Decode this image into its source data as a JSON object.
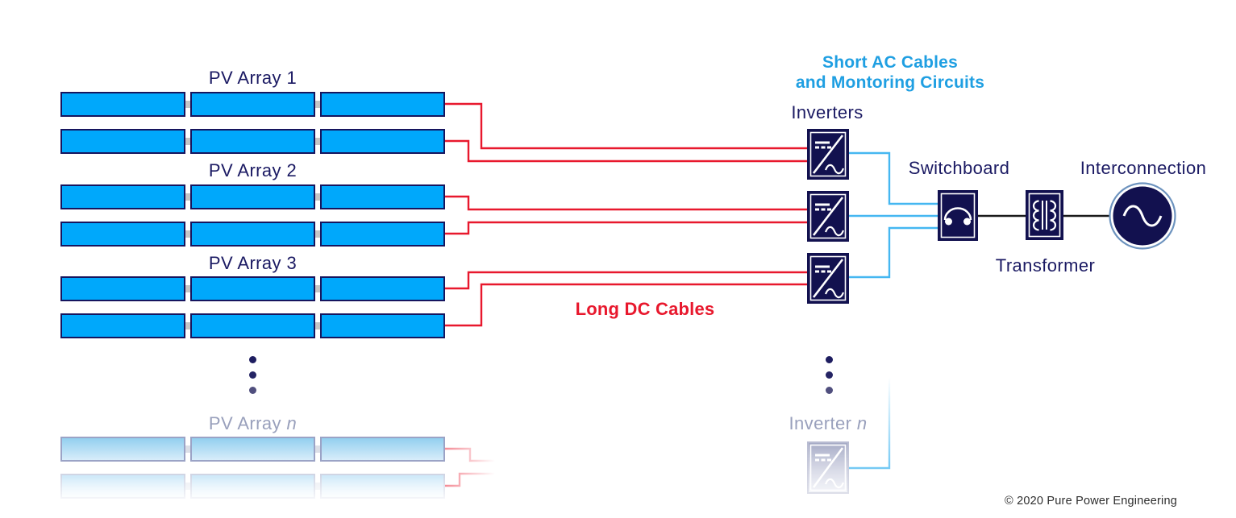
{
  "labels": {
    "pv_array_1": "PV Array 1",
    "pv_array_2": "PV Array 2",
    "pv_array_3": "PV Array 3",
    "pv_array_n_prefix": "PV Array ",
    "pv_array_n_var": "n",
    "inverters_heading": "Inverters",
    "inverter_n_prefix": "Inverter ",
    "inverter_n_var": "n",
    "ac_heading_line1": "Short AC Cables",
    "ac_heading_line2": "and Montoring Circuits",
    "dc_heading": "Long DC Cables",
    "switchboard": "Switchboard",
    "transformer": "Transformer",
    "interconnection": "Interconnection",
    "copyright": "© 2020 Pure Power Engineering"
  },
  "structure": {
    "pv_arrays_visible": 3,
    "strings_per_array": 2,
    "panels_per_string": 3,
    "inverters_visible": 3
  },
  "colors": {
    "pv_panel_blue": "#00a8fb",
    "outline_navy": "#16155e",
    "device_navy": "#12114f",
    "dc_cable_red": "#e8182d",
    "ac_cable_blue": "#45b7f1",
    "ac_heading_blue": "#1f9fe2",
    "label_navy": "#1b1a63",
    "faded_label_gray": "#99a0bc",
    "connector_line_black": "#1a1a1a",
    "interconnection_ring_blue": "#6e94bf"
  }
}
